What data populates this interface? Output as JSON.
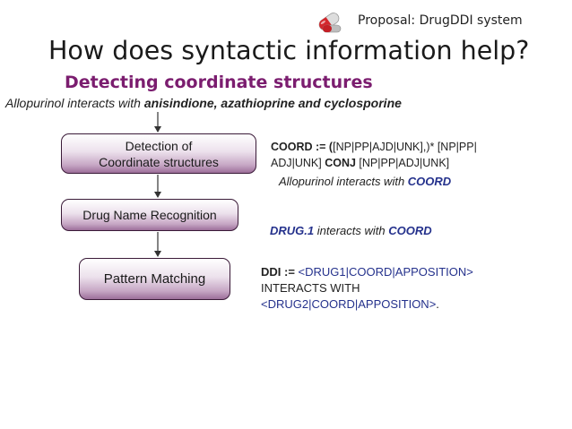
{
  "header": {
    "title": "Proposal: DrugDDI system",
    "logo_icon": "capsule-pill-icon"
  },
  "slide": {
    "title": "How does syntactic information help?",
    "subtitle": "Detecting coordinate structures",
    "sentence": {
      "prefix": "Allopurinol interacts with ",
      "drugs": "anisindione, azathioprine  and cyclosporine"
    }
  },
  "flow": {
    "boxes": [
      {
        "line1": "Detection of",
        "line2": "Coordinate structures"
      },
      {
        "label": "Drug Name Recognition"
      },
      {
        "label": "Pattern Matching"
      }
    ]
  },
  "rules": {
    "coord": {
      "keyword": "COORD := (",
      "line1_rest": "[NP|PP|AJD|UNK],)* [NP|PP|",
      "line2_start": "ADJ|UNK] ",
      "conj": "CONJ",
      "line2_end": "  [NP|PP|ADJ|UNK]"
    },
    "example1": {
      "text": "Allopurinol  interacts with ",
      "highlight": "COORD"
    },
    "example2": {
      "drug": "DRUG.1",
      "text": "  interacts with ",
      "highlight": "COORD"
    },
    "ddi": {
      "keyword": "DDI := ",
      "part1": "<DRUG1|COORD|APPOSITION>",
      "interacts": " INTERACTS WITH",
      "part2": "<DRUG2|COORD|APPOSITION>",
      "end": "."
    }
  },
  "colors": {
    "subtitle": "#7b1d6f",
    "highlight": "#24318c",
    "box_gradient_bottom": "#9d6f9a"
  }
}
